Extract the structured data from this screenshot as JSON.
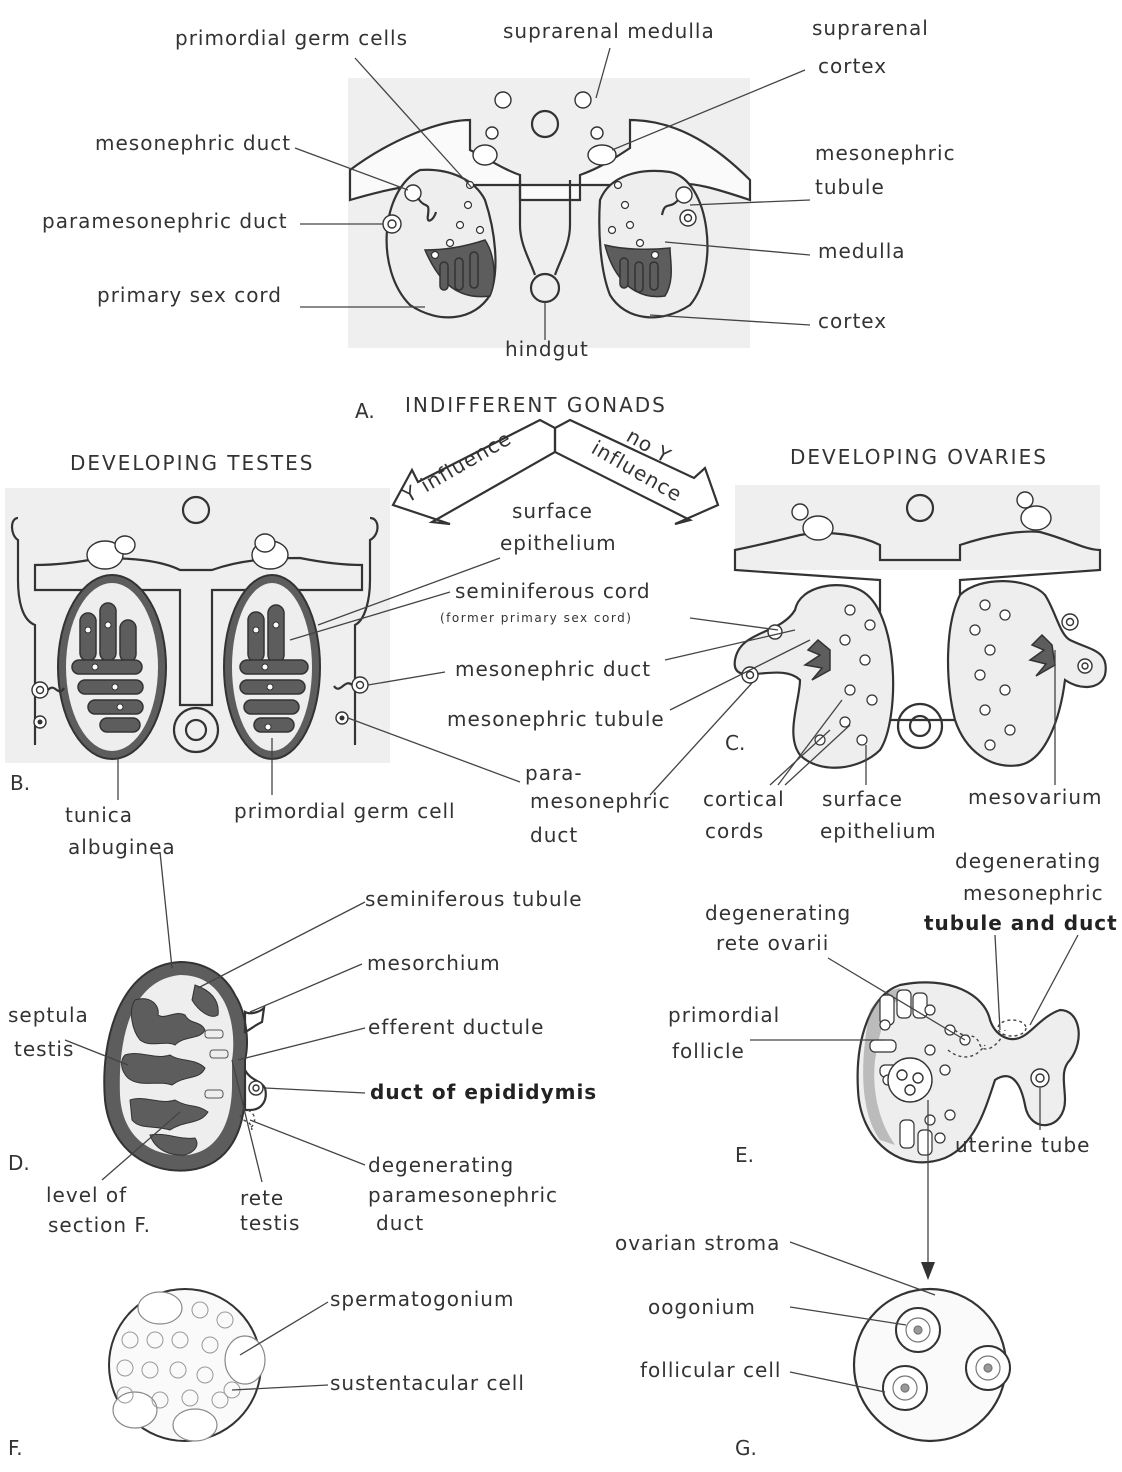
{
  "panels": {
    "A": "A.",
    "B": "B.",
    "C": "C.",
    "D": "D.",
    "E": "E.",
    "F": "F.",
    "G": "G."
  },
  "headings": {
    "indifferent": "INDIFFERENT GONADS",
    "testes": "DEVELOPING TESTES",
    "ovaries": "DEVELOPING OVARIES",
    "y_influence": "Y influence",
    "no_y_line1": "no Y",
    "no_y_line2": "influence"
  },
  "labels_A": {
    "primordial_germ_cells": "primordial germ cells",
    "suprarenal_medulla": "suprarenal medulla",
    "suprarenal_cortex_1": "suprarenal",
    "suprarenal_cortex_2": "cortex",
    "mesonephric_duct": "mesonephric duct",
    "mesonephric_tubule_1": "mesonephric",
    "mesonephric_tubule_2": "tubule",
    "paramesonephric_duct": "paramesonephric duct",
    "medulla": "medulla",
    "primary_sex_cord": "primary sex cord",
    "cortex": "cortex",
    "hindgut": "hindgut"
  },
  "labels_BC": {
    "surface_epithelium_1": "surface",
    "surface_epithelium_2": "epithelium",
    "seminiferous_cord": "seminiferous cord",
    "former_primary_sex_cord": "(former primary sex cord)",
    "mesonephric_duct": "mesonephric duct",
    "mesonephric_tubule": "mesonephric tubule",
    "tunica_1": "tunica",
    "tunica_2": "albuginea",
    "primordial_germ_cell": "primordial germ cell",
    "paramesonephric_1": "para-",
    "paramesonephric_2": "mesonephric",
    "paramesonephric_3": "duct",
    "cortical_cords_1": "cortical",
    "cortical_cords_2": "cords",
    "surface_epi_c_1": "surface",
    "surface_epi_c_2": "epithelium",
    "mesovarium": "mesovarium"
  },
  "labels_D": {
    "seminiferous_tubule": "seminiferous tubule",
    "mesorchium": "mesorchium",
    "septula_1": "septula",
    "septula_2": "testis",
    "efferent_ductule": "efferent ductule",
    "duct_of_epididymis": "duct of epididymis",
    "degenerating_paramesonephric_1": "degenerating",
    "degenerating_paramesonephric_2": "paramesonephric",
    "degenerating_paramesonephric_3": "duct",
    "level_1": "level of",
    "level_2": "section F.",
    "rete_1": "rete",
    "rete_2": "testis"
  },
  "labels_E": {
    "degenerating_meso_1": "degenerating",
    "degenerating_meso_2": "mesonephric",
    "degenerating_meso_3": "tubule and duct",
    "degenerating_rete_1": "degenerating",
    "degenerating_rete_2": "rete ovarii",
    "primordial_follicle_1": "primordial",
    "primordial_follicle_2": "follicle",
    "uterine_tube": "uterine tube"
  },
  "labels_F": {
    "spermatogonium": "spermatogonium",
    "sustentacular_cell": "sustentacular cell"
  },
  "labels_G": {
    "ovarian_stroma": "ovarian stroma",
    "oogonium": "oogonium",
    "follicular_cell": "follicular cell"
  },
  "colors": {
    "ink": "#333333",
    "background_shade": "#eeeeee",
    "dark_tissue": "#5d5d5d"
  }
}
